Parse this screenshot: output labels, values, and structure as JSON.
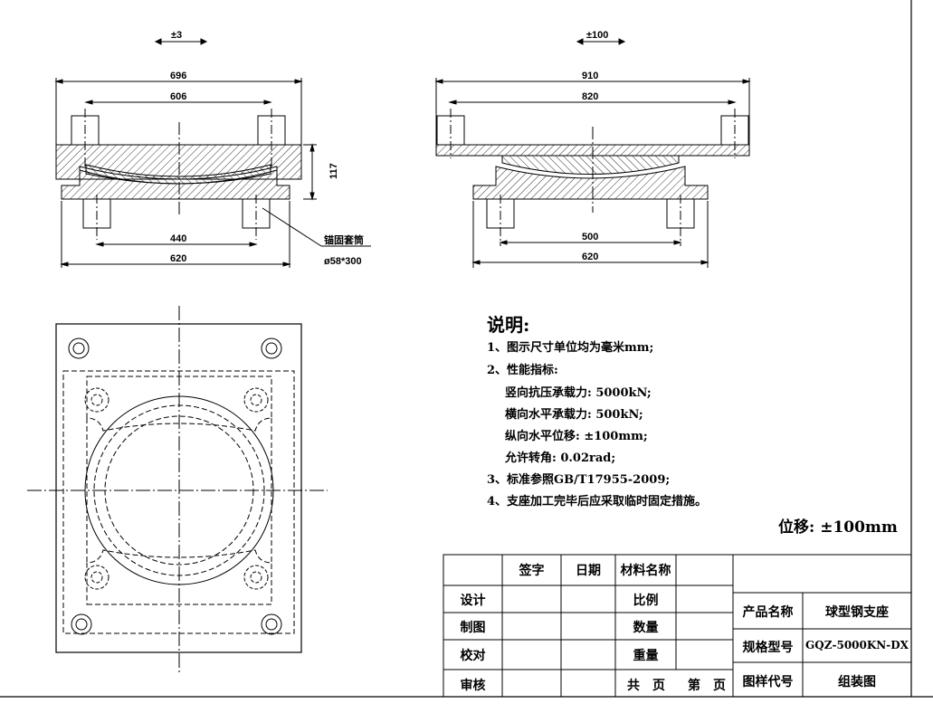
{
  "views": {
    "left_section": {
      "tolerance": "±3",
      "dims": [
        "696",
        "606",
        "440",
        "620",
        "117"
      ],
      "callout": [
        "锚固套筒",
        "ø58*300"
      ]
    },
    "right_section": {
      "tolerance": "±100",
      "dims": [
        "910",
        "820",
        "500",
        "620"
      ]
    }
  },
  "notes": {
    "title": "说明:",
    "lines": [
      "1、图示尺寸单位均为毫米mm;",
      "2、性能指标:",
      "竖向抗压承载力: 5000kN;",
      "横向水平承载力: 500kN;",
      "纵向水平位移: ±100mm;",
      "允许转角: 0.02rad;",
      "3、标准参照GB/T17955-2009;",
      "4、支座加工完毕后应采取临时固定措施。"
    ],
    "displacement": "位移: ±100mm"
  },
  "title_block": {
    "header": [
      "签字",
      "日期",
      "材料名称"
    ],
    "rows": [
      "设计",
      "制图",
      "校对",
      "审核"
    ],
    "fields": [
      "比例",
      "数量",
      "重量"
    ],
    "sheet": [
      "共",
      "页",
      "第",
      "页"
    ],
    "product_name_label": "产品名称",
    "product_name": "球型钢支座",
    "model_label": "规格型号",
    "model": "GQZ-5000KN-DX",
    "drawing_no_label": "图样代号",
    "drawing_no": "组装图"
  }
}
